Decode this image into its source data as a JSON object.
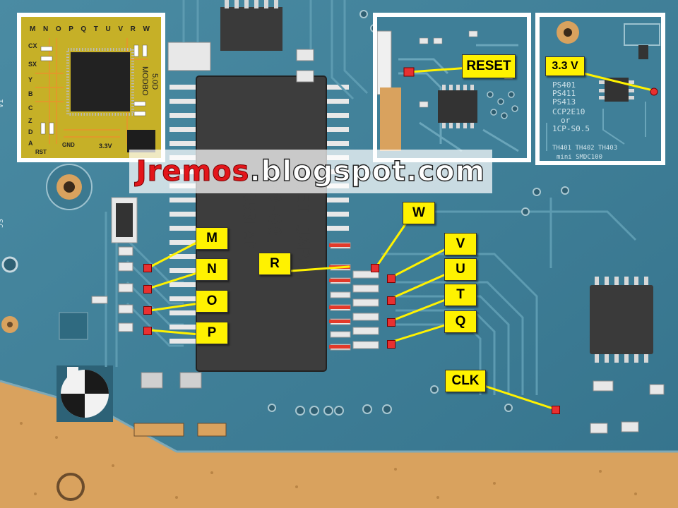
{
  "watermark": {
    "red": "Jremos",
    "rest": ".blogspot.com"
  },
  "inset_modchip": {
    "top_pins": "M N O P Q T U V R W",
    "side_pins": [
      "CX",
      "SX",
      "Y",
      "B",
      "C",
      "Z",
      "D",
      "A"
    ],
    "rst": "RST",
    "gnd": "GND",
    "v33": "3.3V",
    "brand": "MODBO",
    "model": "5.0D"
  },
  "inset_reset": {
    "label": "RESET"
  },
  "inset_power": {
    "label": "3.3 V",
    "silkscreen": [
      "PS401",
      "PS411",
      "PS413",
      "CCP2E10",
      "or",
      "1CP-S0.5"
    ],
    "bottom_silk": "TH401 TH402 TH403",
    "bottom_silk2": "mini SMDC100"
  },
  "pins": [
    {
      "id": "M",
      "label": "M"
    },
    {
      "id": "N",
      "label": "N"
    },
    {
      "id": "O",
      "label": "O"
    },
    {
      "id": "P",
      "label": "P"
    },
    {
      "id": "R",
      "label": "R"
    },
    {
      "id": "W",
      "label": "W"
    },
    {
      "id": "V",
      "label": "V"
    },
    {
      "id": "U",
      "label": "U"
    },
    {
      "id": "T",
      "label": "T"
    },
    {
      "id": "Q",
      "label": "Q"
    },
    {
      "id": "CLK",
      "label": "CLK"
    }
  ],
  "colors": {
    "board": "#3f7f98",
    "label_fill": "#fff200",
    "pad": "#e83030",
    "copper": "#d9a25e",
    "watermark_red": "#e3151a"
  }
}
